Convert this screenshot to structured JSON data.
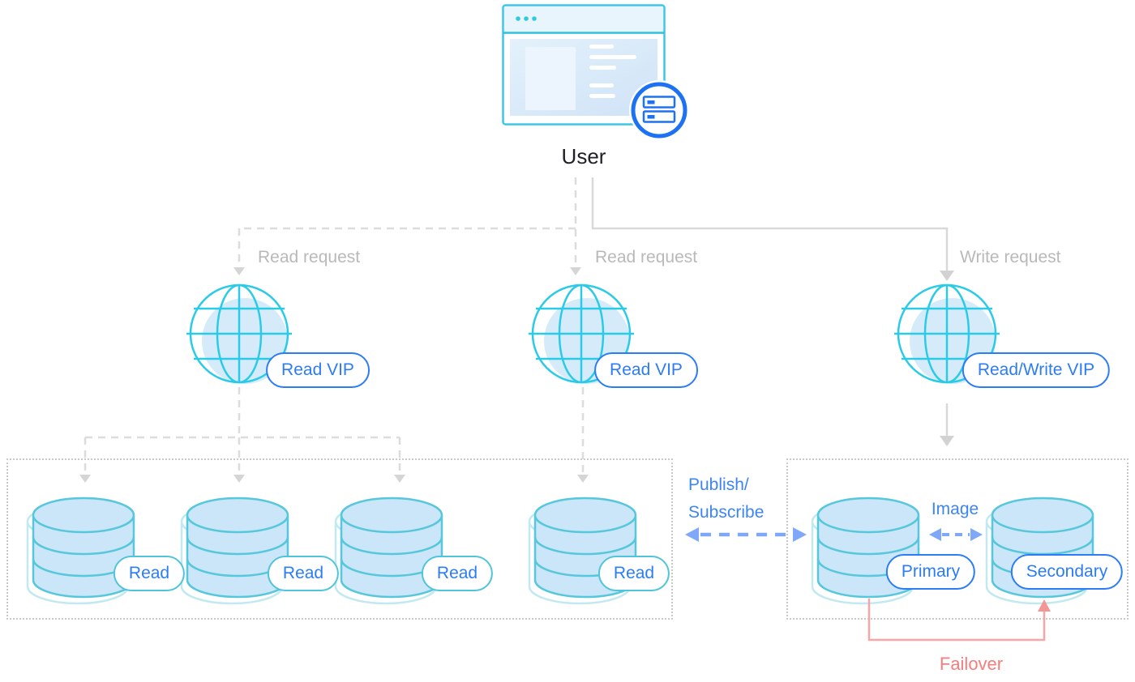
{
  "user": {
    "label": "User"
  },
  "request_labels": [
    "Read request",
    "Read request",
    "Write request"
  ],
  "vip_labels": [
    "Read VIP",
    "Read VIP",
    "Read/Write VIP"
  ],
  "replica_labels": [
    "Read",
    "Read",
    "Read",
    "Read"
  ],
  "primary": {
    "label": "Primary"
  },
  "secondary": {
    "label": "Secondary"
  },
  "connections": {
    "publish_subscribe": {
      "line1": "Publish/",
      "line2": "Subscribe"
    },
    "image": {
      "label": "Image"
    },
    "failover": {
      "label": "Failover"
    }
  },
  "colors": {
    "accent_blue": "#2b7cf6",
    "globe_cyan": "#2bcbe8",
    "cylinder_teal": "#57c7db",
    "cylinder_fill": "#cbe6f9",
    "gray_line": "#dcdcdc",
    "gray_text": "#b9b9b9",
    "box_border": "#c9c9c9",
    "link_blue": "#7fa9f8",
    "failover_pink": "#f6a6a6",
    "failover_text": "#f87c7c"
  }
}
